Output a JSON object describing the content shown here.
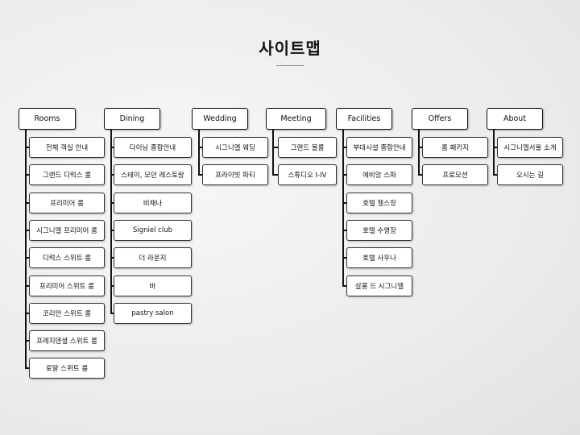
{
  "title": "사이트맵",
  "columns": [
    {
      "label": "Rooms",
      "items": [
        "전체 객실 안내",
        "그랜드 디럭스 룸",
        "프리미어 룸",
        "시그니엘 프리미어 룸",
        "디럭스 스위트 룸",
        "프리미어 스위트 룸",
        "코리안 스위트 룸",
        "프레지덴셜 스위트 룸",
        "로얄 스위트 룸"
      ]
    },
    {
      "label": "Dining",
      "items": [
        "다이닝 종합안내",
        "스테이, 모던 레스토랑",
        "비채나",
        "Signiel club",
        "더 라운지",
        "바",
        "pastry salon"
      ]
    },
    {
      "label": "Wedding",
      "items": [
        "시그니엘 웨딩",
        "프라이빗 파티"
      ]
    },
    {
      "label": "Meeting",
      "items": [
        "그랜드 볼룸",
        "스튜디오 I-IV"
      ]
    },
    {
      "label": "Facilities",
      "items": [
        "부대시설 종합안내",
        "에비앙 스파",
        "호텔 헬스장",
        "호텔 수영장",
        "호텔 사우나",
        "살롱 드 시그니엘"
      ]
    },
    {
      "label": "Offers",
      "items": [
        "룸 패키지",
        "프로모션"
      ]
    },
    {
      "label": "About",
      "items": [
        "시그니엘서울 소개",
        "오시는 길"
      ]
    }
  ]
}
